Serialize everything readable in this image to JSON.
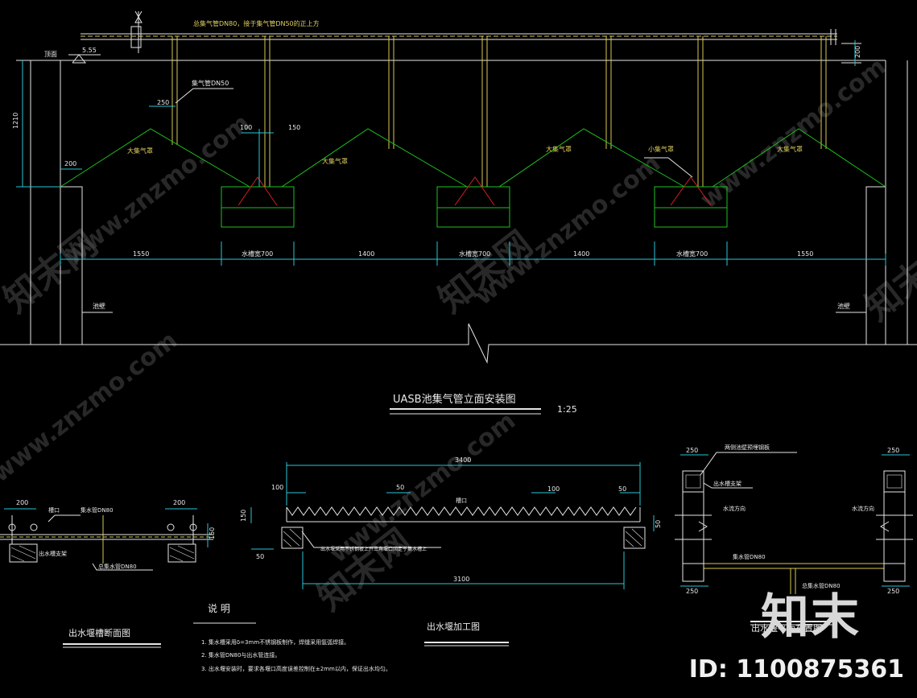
{
  "colors": {
    "background": "#000000",
    "white": "#e6e6e6",
    "green": "#1fbf1f",
    "cyan": "#29c6d6",
    "red": "#d02020",
    "yellow": "#d8c850"
  },
  "main": {
    "title": "UASB池集气管立面安装图",
    "scale": "1:25",
    "pipe_note": "总集气管DN80，接于集气管DN50的正上方",
    "branch_pipe": "集气管DN50",
    "level_label": "顶面",
    "level_value": "5.55",
    "hood_label": "大集气罩",
    "small_hood_label": "小集气罩",
    "slot_label": "水槽宽700",
    "wall_label": "池壁",
    "dims": {
      "d200_top": "200",
      "d1210": "1210",
      "d250": "250",
      "d200_left": "200",
      "d100": "100",
      "d150": "150",
      "seg1": "1550",
      "seg2": "1400",
      "seg3": "1400",
      "seg4": "1550"
    }
  },
  "section_left": {
    "title": "出水堰槽断面图",
    "d200a": "200",
    "d200b": "200",
    "d150": "150",
    "pipe_top": "集水管DN80",
    "pipe_bottom": "总集水管DN80",
    "notch": "槽口",
    "bracket": "出水槽支架"
  },
  "section_mid": {
    "title": "出水堰加工图",
    "d3400": "3400",
    "d100": "100",
    "d50a": "50",
    "d100b": "100",
    "d50b": "50",
    "d150": "150",
    "d50c": "50",
    "d50d": "50",
    "d3100": "3100",
    "notch": "槽口",
    "note": "出水堰采用不锈钢板上开三角堰口固定于集水槽上"
  },
  "section_right": {
    "title": "出水堰平面布置图",
    "d250a": "250",
    "d250b": "250",
    "d250c": "250",
    "d250d": "250",
    "top_note": "两侧池壁预埋钢板",
    "bracket": "出水槽支架",
    "flow_left": "水流方向",
    "flow_right": "水流方向",
    "pipe_mid": "集水管DN80",
    "pipe_bottom": "总集水管DN80"
  },
  "notes": {
    "heading": "说    明",
    "items": [
      "1. 集水槽采用δ=3mm不锈钢板制作，焊缝采用氩弧焊接。",
      "2. 集水管DN80与出水管连接。",
      "3. 出水堰安装时，要求各堰口高度误差控制在±2mm以内，保证出水均匀。"
    ]
  },
  "watermark": {
    "site": "www.znzmo.com",
    "cn": "知末网",
    "logo": "知末",
    "id": "ID: 1100875361"
  }
}
